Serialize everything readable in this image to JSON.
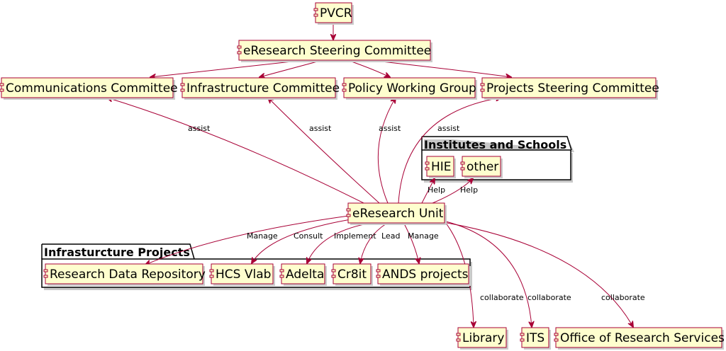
{
  "nodes": {
    "pvcr": "PVCR",
    "steering": "eResearch Steering Committee",
    "comms": "Communications Committee",
    "infra": "Infrastructure Committee",
    "policy": "Policy Working Group",
    "projects": "Projects Steering Committee",
    "hie": "HIE",
    "other": "other",
    "unit": "eResearch Unit",
    "repo": "Research Data Repository",
    "hcs": "HCS Vlab",
    "adelta": "Adelta",
    "cr8it": "Cr8it",
    "ands": "ANDS projects",
    "library": "Library",
    "its": "ITS",
    "ors": "Office of Research Services"
  },
  "packages": {
    "institutes": "Institutes and Schools",
    "infra_projects": "Infrasturcture Projects"
  },
  "edge_labels": {
    "assist": "assist",
    "help": "Help",
    "manage": "Manage",
    "consult": "Consult",
    "implement": "Implement",
    "lead": "Lead",
    "collaborate": "collaborate"
  }
}
